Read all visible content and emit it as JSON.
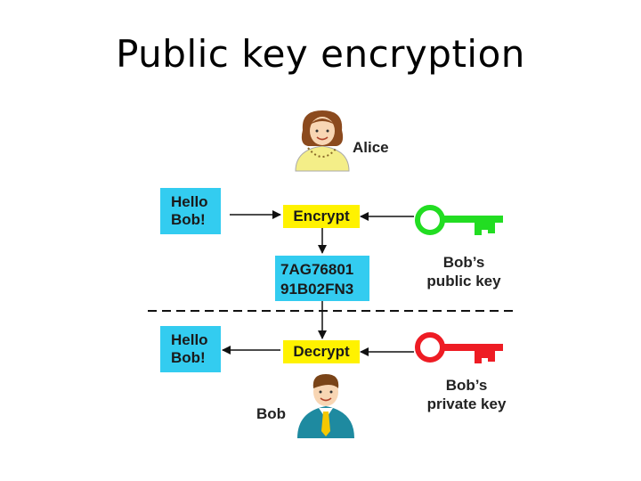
{
  "title": "Public key encryption",
  "alice": {
    "label": "Alice"
  },
  "bob": {
    "label": "Bob"
  },
  "plaintext_top": {
    "line1": "Hello",
    "line2": "Bob!"
  },
  "plaintext_bottom": {
    "line1": "Hello",
    "line2": "Bob!"
  },
  "encrypt_label": "Encrypt",
  "decrypt_label": "Decrypt",
  "ciphertext": {
    "line1": "7AG76801",
    "line2": "91B02FN3"
  },
  "public_key": {
    "line1": "Bob’s",
    "line2": "public key",
    "color": "#22dd22"
  },
  "private_key": {
    "line1": "Bob’s",
    "line2": "private key",
    "color": "#ee1c24"
  },
  "colors": {
    "plaintext_bg": "#33ccf0",
    "process_bg": "#fff200",
    "ciphertext_bg": "#33ccf0"
  }
}
